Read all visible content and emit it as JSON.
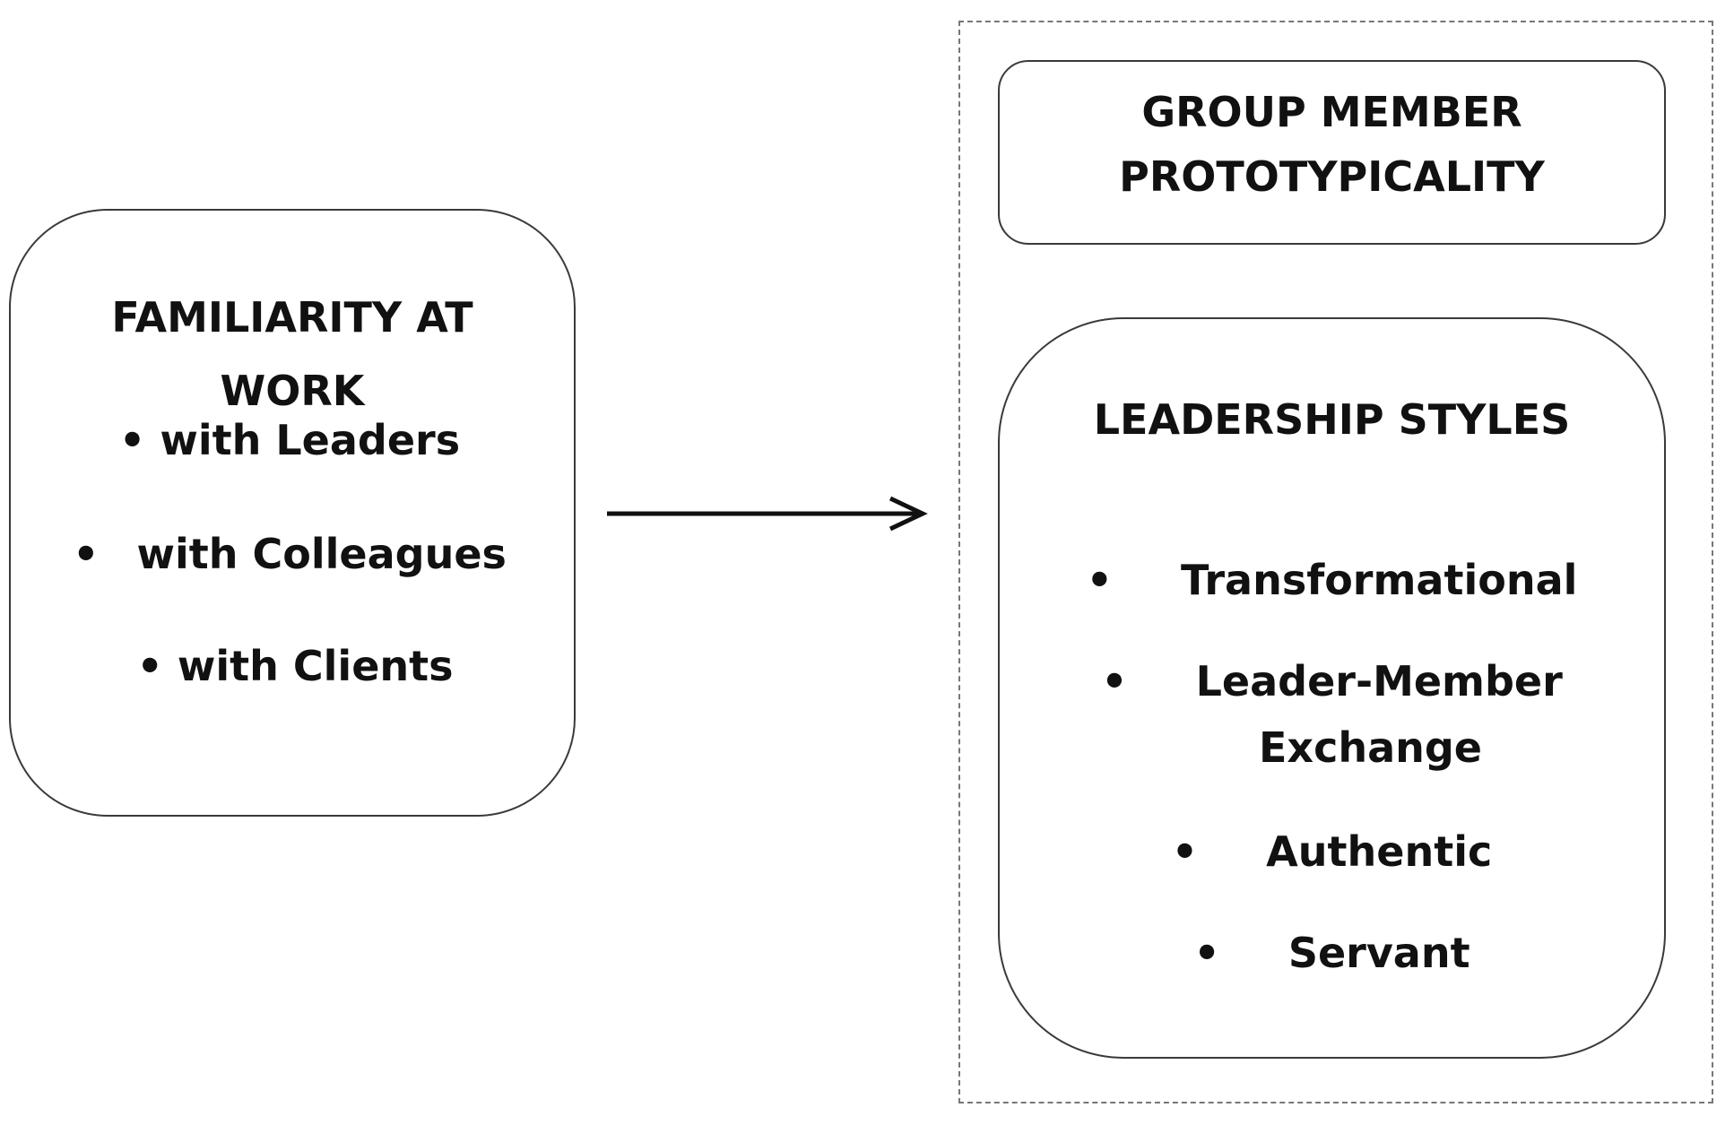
{
  "left_box": {
    "title_line1": "FAMILIARITY AT",
    "title_line2": "WORK",
    "items": [
      "with Leaders",
      "with Colleagues",
      "with Clients"
    ]
  },
  "right_group": {
    "top_box": {
      "title_line1": "GROUP MEMBER",
      "title_line2": "PROTOTYPICALITY"
    },
    "bottom_box": {
      "title": "LEADERSHIP STYLES",
      "items": [
        {
          "line1": "Transformational",
          "line2": ""
        },
        {
          "line1": "Leader-Member",
          "line2": "Exchange"
        },
        {
          "line1": "Authentic",
          "line2": ""
        },
        {
          "line1": "Servant",
          "line2": ""
        }
      ]
    }
  },
  "bullet_glyph": "•",
  "colors": {
    "text": "#111111",
    "box_border": "#3a3a3a",
    "dashed_border": "#777777"
  }
}
